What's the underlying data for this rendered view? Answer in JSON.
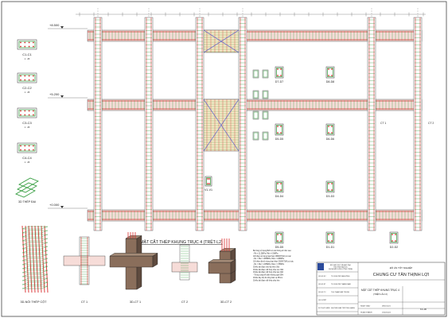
{
  "drawing": {
    "main_title": "MẶT CẮT THÉP KHUNG TRỤC 4 (TRỆT-L2)",
    "levels": [
      "+8.500",
      "+5.200",
      "+0.000"
    ],
    "column_labels": [
      "C1-C1",
      "C2-C2",
      "C3-C3",
      "C4-C4"
    ],
    "column_scale": "1 : 25",
    "grid_note_left": "3D THÉP ĐAI",
    "section_labels_mid": [
      "V1-V1"
    ],
    "section_labels_right": [
      "D7-D7",
      "D8-D8",
      "D5-D5",
      "D6-D6",
      "D3-D3",
      "D4-D4",
      "D5-D5",
      "D1-D1",
      "D2-D2",
      "D3-D3"
    ],
    "bottom_labels": [
      "3D-NỐI THÉP CỘT",
      "CT 1",
      "3D-CT 1",
      "CT 2",
      "3D-CT 2"
    ],
    "ct_tags": [
      "CT 1",
      "CT 2"
    ]
  },
  "notes": {
    "lines": [
      "Bê tông sử dụng B20 có các thông số như sau:",
      "  - Rb = 11.5MPa; Rbt = 0.9MPa",
      "Cốt thép sử dụng loại thép CB300T(AII) có các",
      "  - Rs = Rsc = 280MPa; Rsw = 225MPa",
      "Cốt thép đai sử dụng loại thép CB240T(AI) có các",
      "  - Rs = Rsc = 225MPa; Rsw = 175MPa",
      "Chiều dài đoạn neo lấy theo 30d",
      "Chiều dài đoạn nối thép chịu nén 30d",
      "Chiều dài đoạn nối thép chịu kéo 40d",
      "  - Trong cùng tiết diện không quá 50%",
      "Chiều dày lớp bê tông bảo vệ 25mm",
      "Chiều dài đoạn nối thép chịu kéo"
    ]
  },
  "title_block": {
    "school_lines": [
      "BỘ GIÁO DỤC VÀ ĐÀO TẠO",
      "TRƯỜNG ĐẠI HỌC",
      "KHOA XÂY DỰNG CÔNG TRÌNH"
    ],
    "project_type": "ĐỒ ÁN TỐT NGHIỆP",
    "project_name": "CHUNG CƯ TÂN THỊNH LỢI",
    "sheet_title": "MẶT CẮT THÉP KHUNG TRỤC 4",
    "sheet_subtitle": "(TRỆT-LẦU 2)",
    "rows": [
      {
        "role": "GV HD KC",
        "name": "TS. NGUYỄN VĂN ĐÔNG"
      },
      {
        "role": "GV HD KT",
        "name": "TS. NGUYỄN THÀNH NAM"
      },
      {
        "role": "GV HD TC",
        "name": "ThS. PHẠM VĂN TRỌNG"
      },
      {
        "role": "GV DUYỆT",
        "name": ""
      },
      {
        "role": "SV THỰC HIỆN",
        "name": "NGUYỄN VĂN TRƯỜNG GIANG"
      }
    ],
    "date_label": "NGÀY GIAO",
    "date_value": "08/11/2021",
    "done_label": "HOÀN THÀNH",
    "done_value": "15/02/2022",
    "sheet_no": "KC-06"
  },
  "colors": {
    "rebar": "#d92e2e",
    "stirrup": "#2f9a3a",
    "outline": "#333333",
    "frame_bg": "#ffffff",
    "beam_fill": "#f6dcd8",
    "slab_fill": "#f9e9c8",
    "concrete_3d": "#8a6e5b",
    "concrete_3d_side": "#5e4a3e",
    "cross_brace": "#4b4bd1"
  }
}
